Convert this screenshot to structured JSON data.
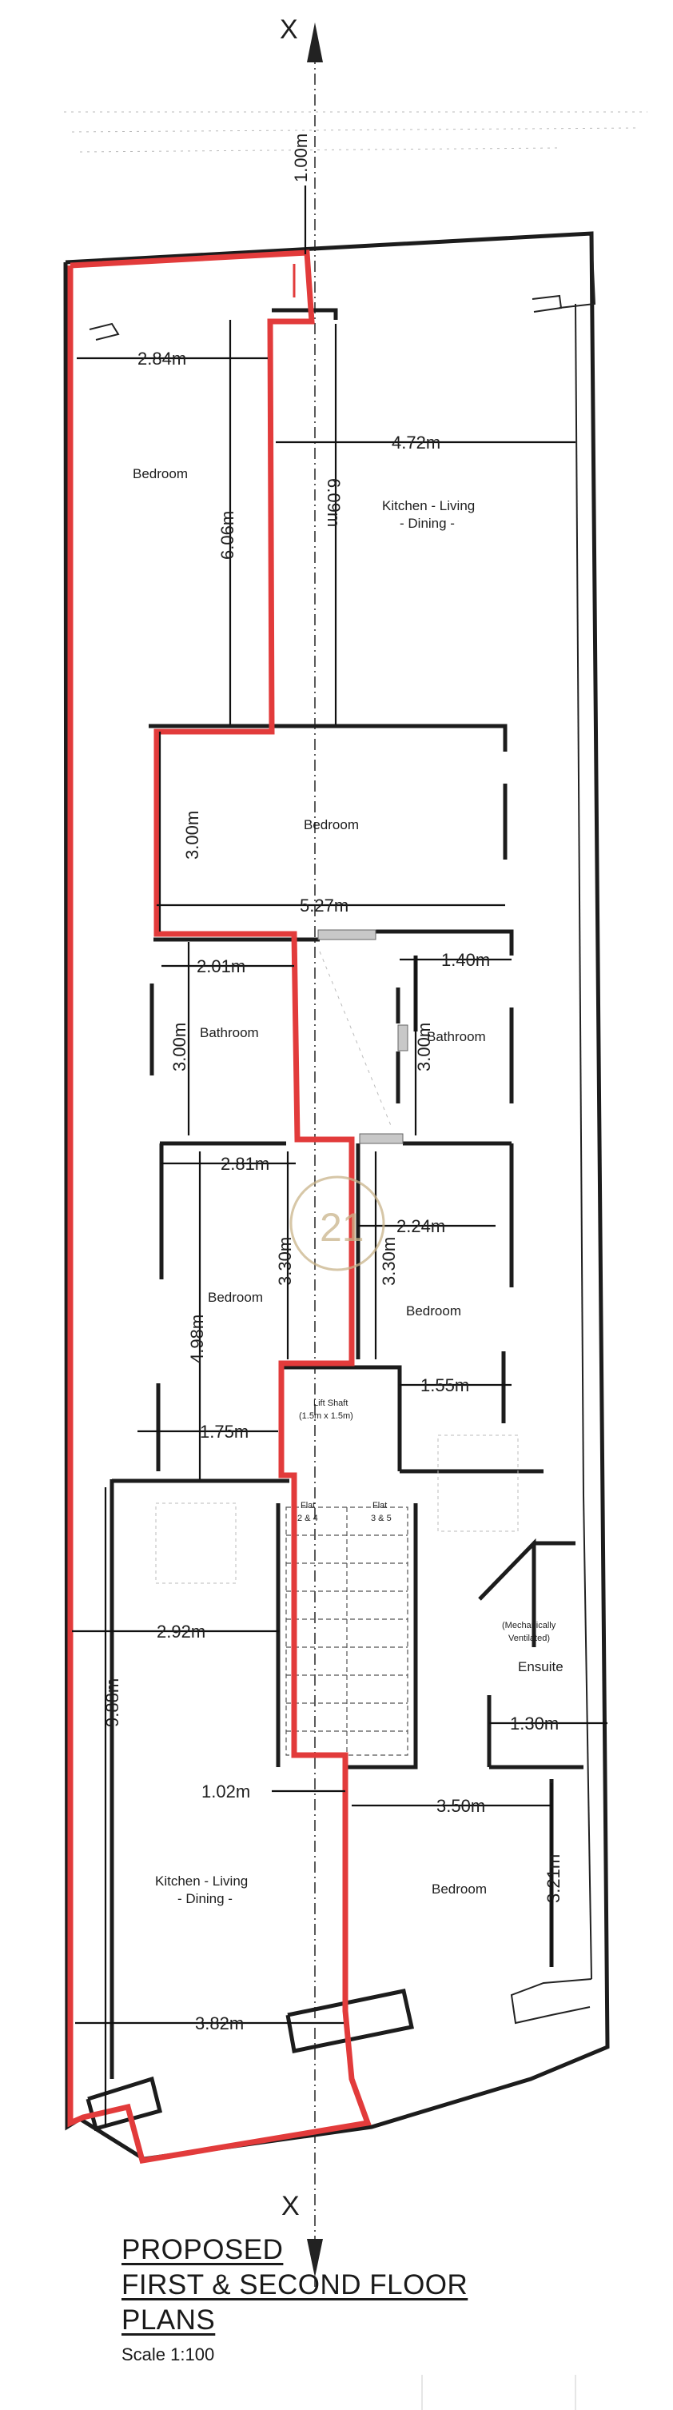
{
  "axis": {
    "top_label": "X",
    "bottom_label": "X"
  },
  "dimensions": {
    "front_setback": "1.00m",
    "bedroom_1_width": "2.84m",
    "bedroom_1_length": "6.06m",
    "kitchen_1_width": "4.72m",
    "kitchen_1_length": "6.09m",
    "bedroom_2_length": "3.00m",
    "bedroom_2_width": "5.27m",
    "bathroom_1_width": "2.01m",
    "bathroom_1_length": "3.00m",
    "bathroom_2_width": "1.40m",
    "bathroom_2_length": "3.00m",
    "bedroom_3_width": "2.81m",
    "bedroom_3_length": "4.98m",
    "bedroom_3_inner": "3.30m",
    "bedroom_4_width": "2.24m",
    "bedroom_4_length": "3.30m",
    "lift_left": "1.75m",
    "lift_right": "1.55m",
    "kitchen_2_upper_width": "2.92m",
    "kitchen_2_length": "9.88m",
    "stair_width": "1.02m",
    "bedroom_5_width": "3.50m",
    "bedroom_5_length": "3.21m",
    "ensuite_width": "1.30m",
    "kitchen_2_lower_width": "3.82m"
  },
  "rooms": {
    "bedroom_1": "Bedroom",
    "kitchen_1_line1": "Kitchen - Living",
    "kitchen_1_line2": "- Dining -",
    "bedroom_2": "Bedroom",
    "bathroom_1": "Bathroom",
    "bathroom_2": "Bathroom",
    "bedroom_3": "Bedroom",
    "bedroom_4": "Bedroom",
    "lift_line1": "Lift Shaft",
    "lift_line2": "(1.5m x 1.5m)",
    "flat_left_line1": "Flat",
    "flat_left_line2": "2 & 4",
    "flat_right_line1": "Flat",
    "flat_right_line2": "3 & 5",
    "ensuite_note_line1": "(Mechanically",
    "ensuite_note_line2": "Ventilated)",
    "ensuite": "Ensuite",
    "kitchen_2_line1": "Kitchen - Living",
    "kitchen_2_line2": "- Dining -",
    "bedroom_5": "Bedroom"
  },
  "watermark": "21",
  "title": {
    "line1": "PROPOSED",
    "line2": "FIRST & SECOND FLOOR",
    "line3": "PLANS",
    "scale": "Scale 1:100"
  },
  "colors": {
    "boundary": "#e23b3b",
    "walls": "#1c1c1c",
    "watermark": "#c9b48a"
  }
}
